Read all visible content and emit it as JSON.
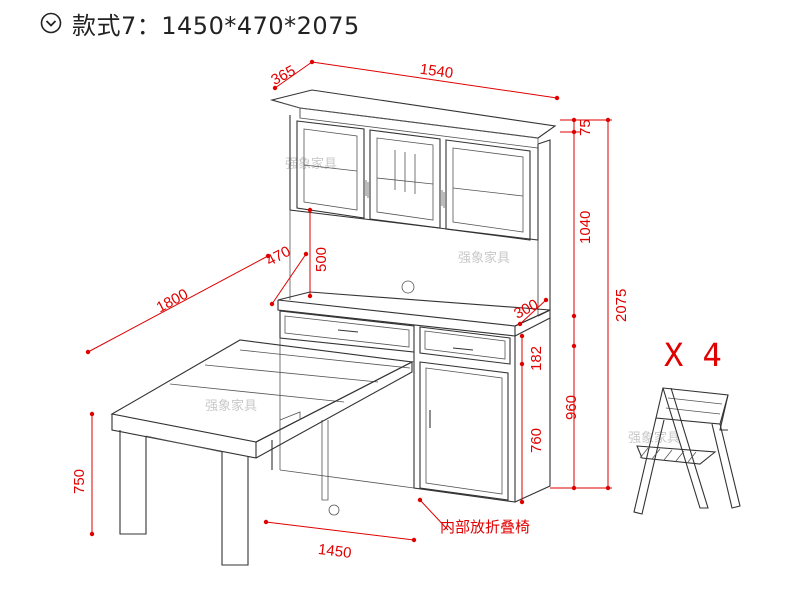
{
  "title": {
    "icon": "chevron-circle-icon",
    "text": "款式7：1450*470*2075"
  },
  "dimensions": {
    "top_depth": "365",
    "top_width": "1540",
    "crown_height": "75",
    "upper_cabinet_height": "1040",
    "total_height": "2075",
    "hutch_gap": "500",
    "desk_depth": "470",
    "table_length": "1800",
    "counter_depth": "300",
    "drawer_height": "182",
    "lower_height": "960",
    "door_height": "760",
    "table_height": "750",
    "base_width": "1450"
  },
  "labels": {
    "multiplier": "X 4",
    "chair_note": "内部放折叠椅"
  },
  "watermarks": [
    "强象家具",
    "强象家具",
    "强象家具",
    "强象家具"
  ],
  "colors": {
    "dimension": "#e00000",
    "line": "#333333"
  }
}
